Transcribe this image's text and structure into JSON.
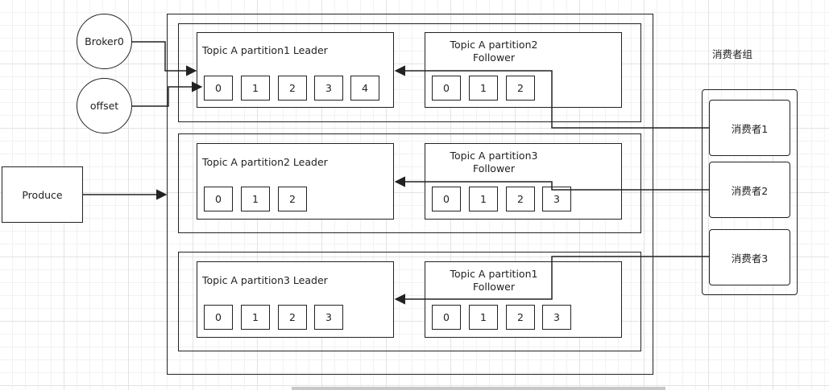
{
  "nodes": {
    "broker0": "Broker0",
    "offset": "offset",
    "producer": "Produce"
  },
  "consumer_group": {
    "title": "消费者组",
    "consumers": [
      "消费者1",
      "消费者2",
      "消费者3"
    ]
  },
  "brokers": [
    {
      "leader": {
        "title": "Topic A partition1 Leader",
        "cells": [
          "0",
          "1",
          "2",
          "3",
          "4"
        ]
      },
      "follower": {
        "title_line1": "Topic A partition2",
        "title_line2": "Follower",
        "cells": [
          "0",
          "1",
          "2"
        ]
      }
    },
    {
      "leader": {
        "title": "Topic A partition2 Leader",
        "cells": [
          "0",
          "1",
          "2"
        ]
      },
      "follower": {
        "title_line1": "Topic A partition3",
        "title_line2": "Follower",
        "cells": [
          "0",
          "1",
          "2",
          "3"
        ]
      }
    },
    {
      "leader": {
        "title": "Topic A partition3 Leader",
        "cells": [
          "0",
          "1",
          "2",
          "3"
        ]
      },
      "follower": {
        "title_line1": "Topic A partition1",
        "title_line2": "Follower",
        "cells": [
          "0",
          "1",
          "2",
          "3"
        ]
      }
    }
  ]
}
